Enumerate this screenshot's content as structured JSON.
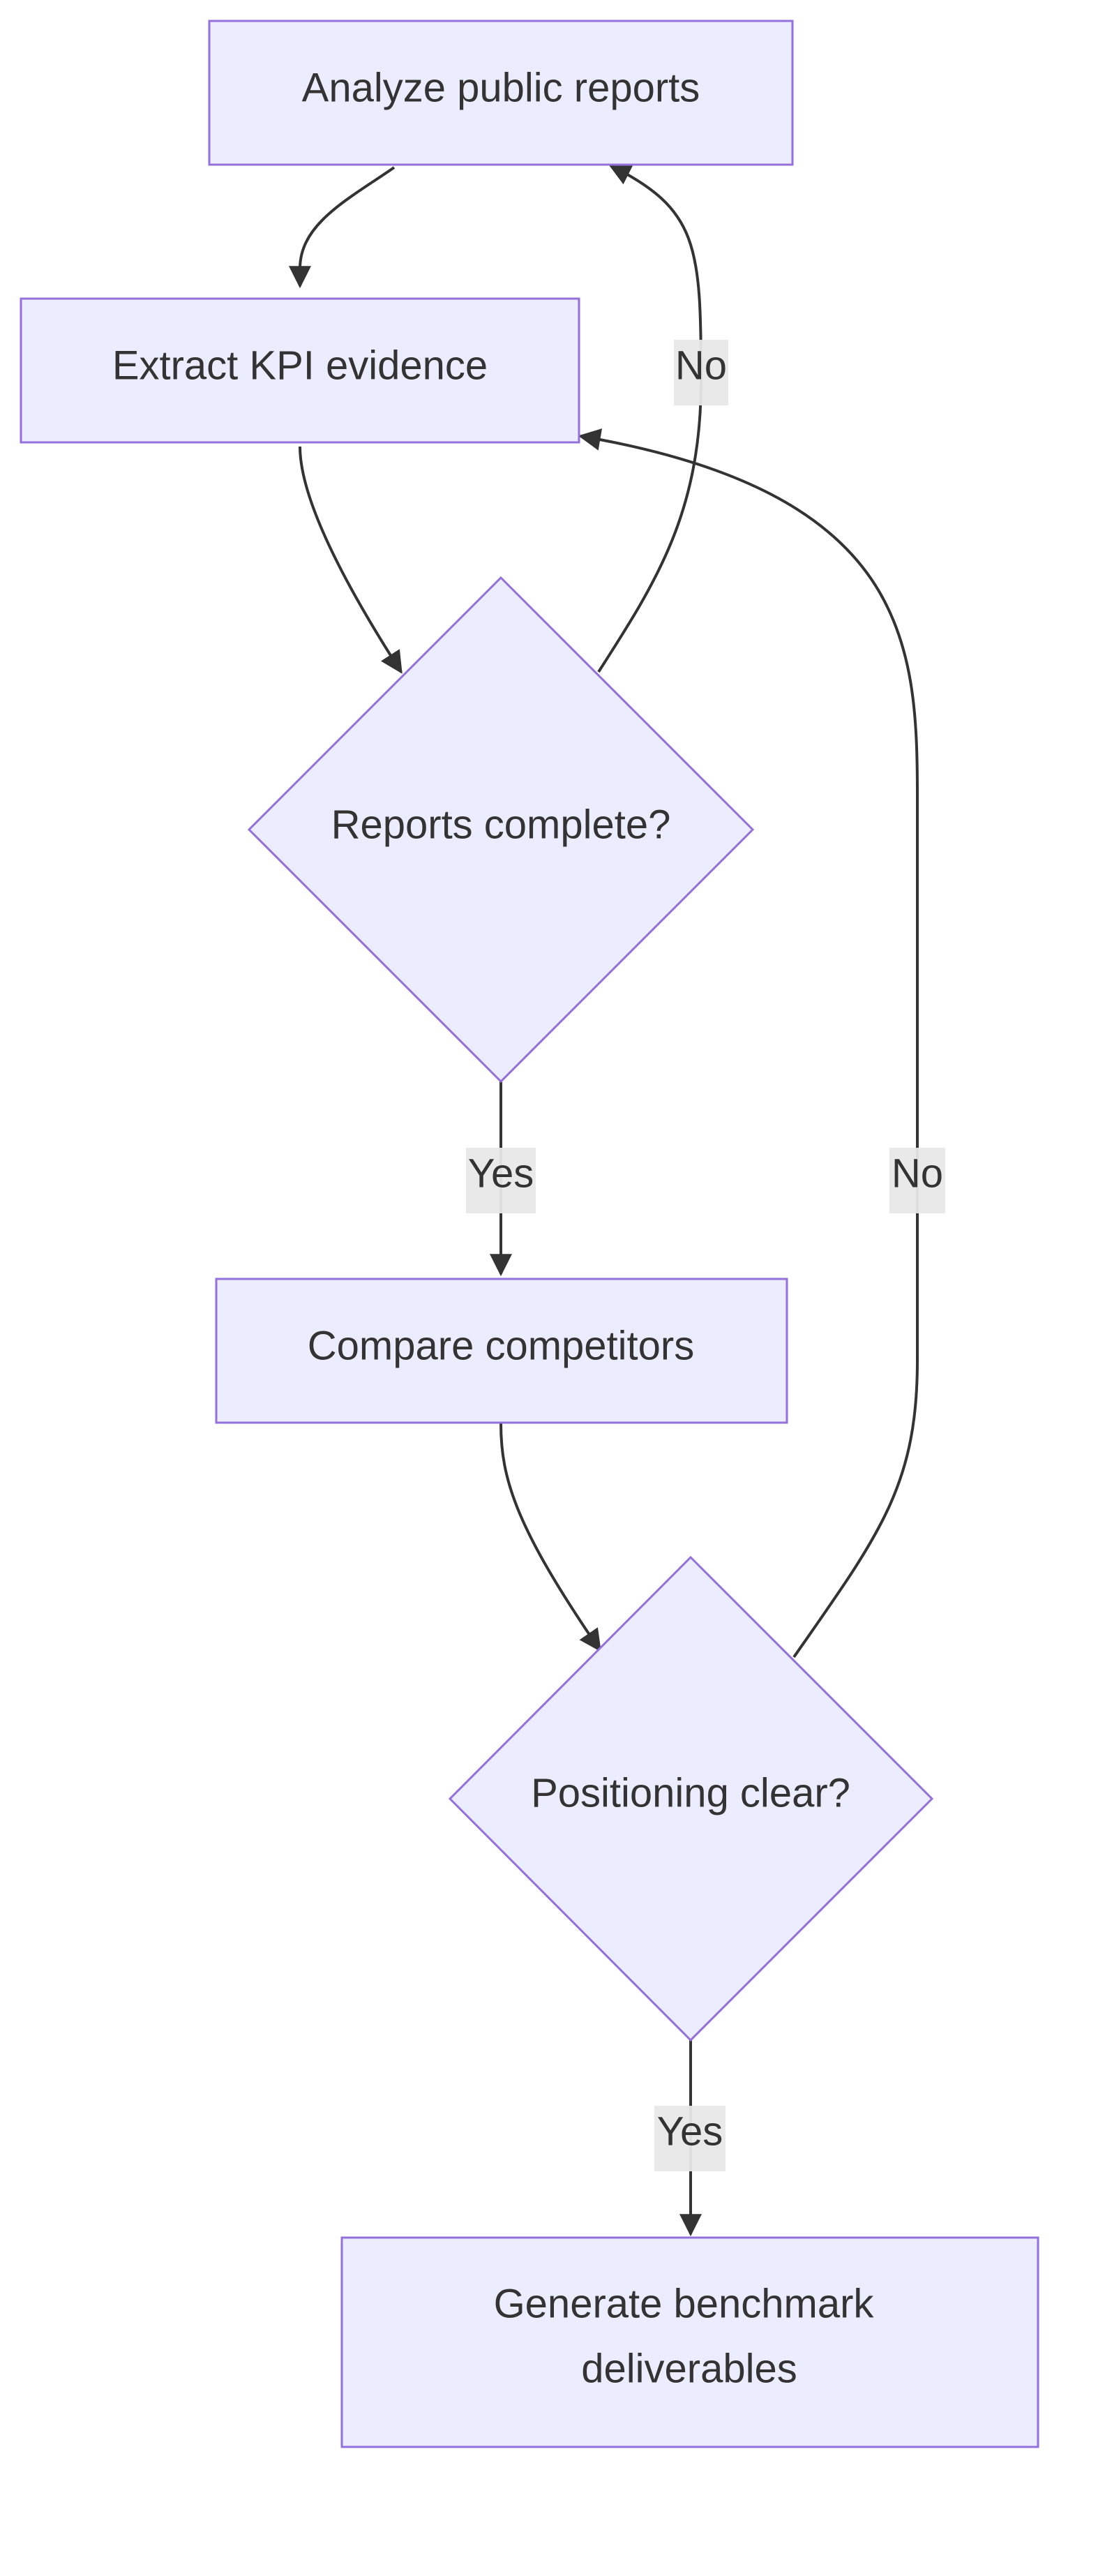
{
  "diagram": {
    "nodes": {
      "analyze": {
        "label": "Analyze public reports"
      },
      "extract": {
        "label": "Extract KPI evidence"
      },
      "reports_decision": {
        "label": "Reports complete?"
      },
      "compare": {
        "label": "Compare competitors"
      },
      "positioning_decision": {
        "label": "Positioning clear?"
      },
      "generate": {
        "line1": "Generate benchmark",
        "line2": "deliverables"
      }
    },
    "edges": {
      "reports_no": {
        "label": "No"
      },
      "reports_yes": {
        "label": "Yes"
      },
      "positioning_no": {
        "label": "No"
      },
      "positioning_yes": {
        "label": "Yes"
      }
    },
    "colors": {
      "node_fill": "#ececff",
      "node_stroke": "#9370db",
      "edge": "#333333",
      "label_background": "#e8e8e8",
      "text": "#333333"
    }
  }
}
